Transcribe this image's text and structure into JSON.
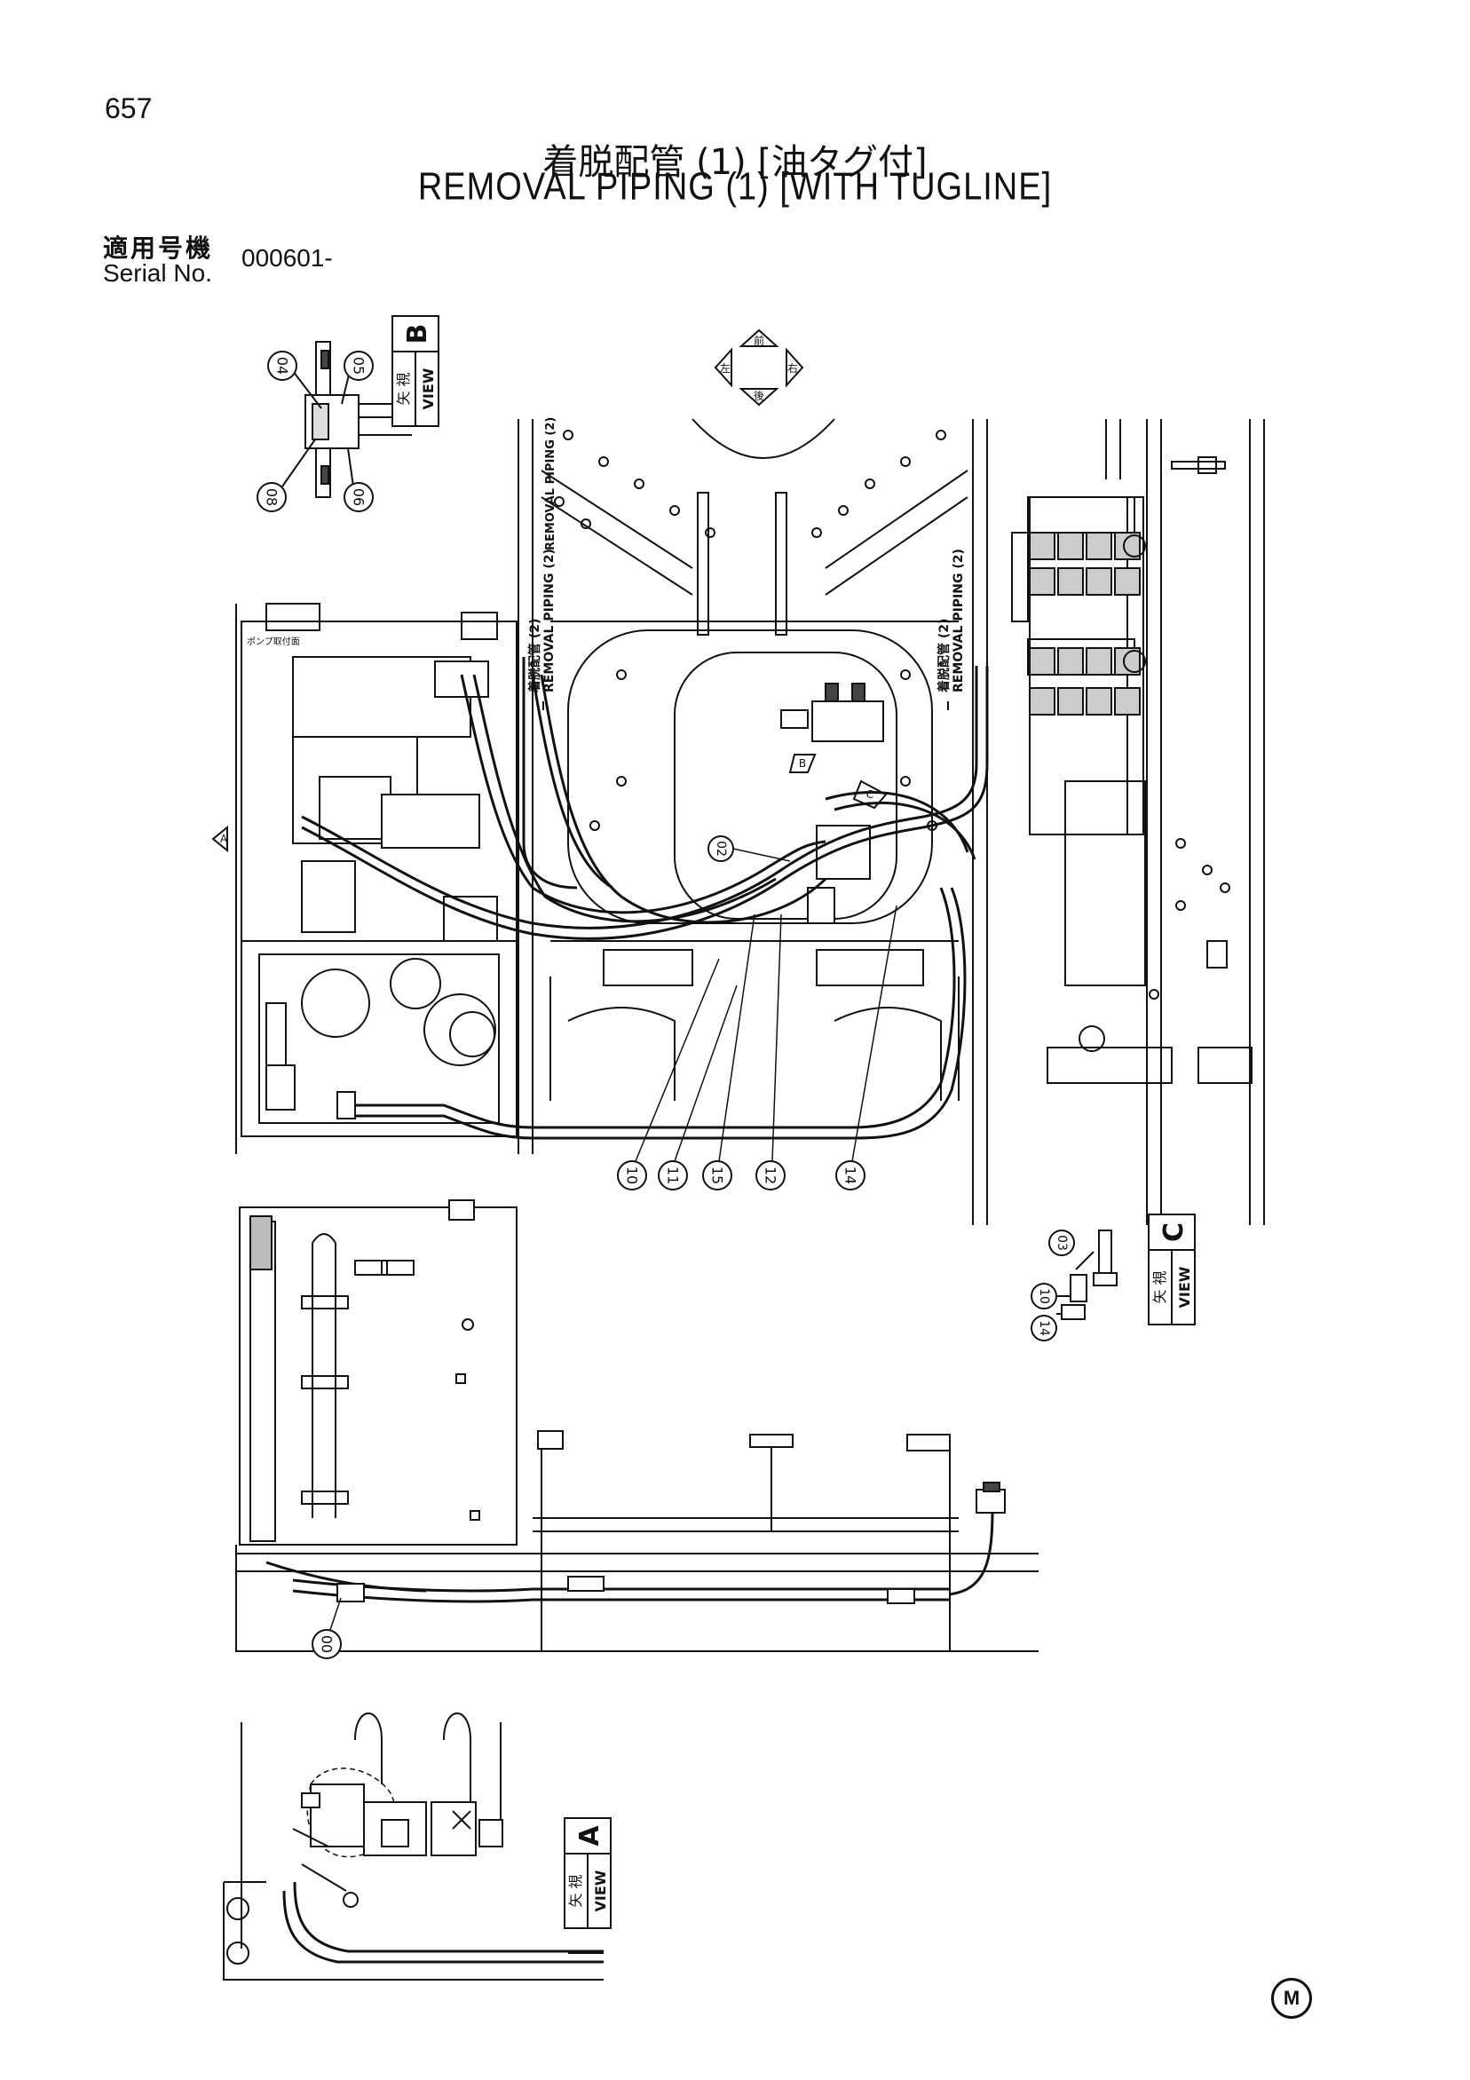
{
  "page_number": "657",
  "title_jp": "着脱配管 (1) [油タグ付]",
  "title_en": "REMOVAL PIPING (1) [WITH TUGLINE]",
  "serial_label_jp": "適用号機",
  "serial_label_en": "Serial No.",
  "serial_value": "000601-",
  "views": {
    "b": {
      "jp": "矢 視",
      "en": "VIEW",
      "letter": "B"
    },
    "c": {
      "jp": "矢 視",
      "en": "VIEW",
      "letter": "C"
    },
    "a": {
      "jp": "矢 視",
      "en": "VIEW",
      "letter": "A"
    }
  },
  "pipe_label_jp": "着脱配管 (2)",
  "pipe_label_en": "REMOVAL PIPING (2)",
  "view_arrow_a": "A",
  "view_arrow_b": "B",
  "view_arrow_c": "C",
  "compass": {
    "front": "前",
    "rear": "後",
    "left": "左",
    "right": "右"
  },
  "pump_note": "ポンプ取付面",
  "callouts": {
    "c02": "02",
    "c03": "03",
    "c04": "04",
    "c05": "05",
    "c06": "06",
    "c08": "08",
    "c10": "10",
    "c11": "11",
    "c12": "12",
    "c14": "14",
    "c15": "15",
    "c00": "00",
    "c10c": "10",
    "c14c": "14"
  },
  "footer_mark": "M"
}
